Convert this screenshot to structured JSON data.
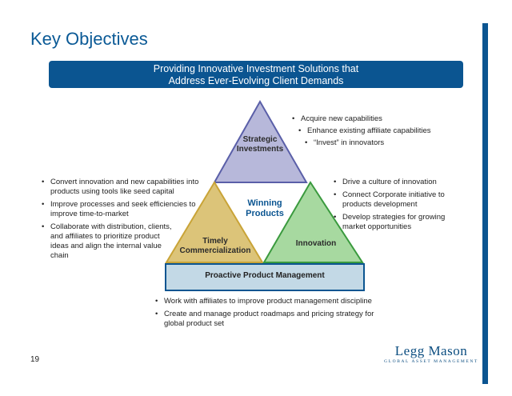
{
  "title": "Key Objectives",
  "banner": {
    "line1": "Providing Innovative Investment Solutions that",
    "line2": "Address Ever-Evolving Client Demands"
  },
  "diagram": {
    "top": {
      "line1": "Strategic",
      "line2": "Investments",
      "color": "#b7b8da"
    },
    "left": {
      "line1": "Timely",
      "line2": "Commercialization",
      "color": "#dcc479"
    },
    "right": {
      "label": "Innovation",
      "color": "#a7d9a0"
    },
    "center": {
      "line1": "Winning",
      "line2": "Products"
    },
    "base": {
      "label": "Proactive Product Management",
      "color": "#c3d9e6"
    }
  },
  "bullets": {
    "top_right": [
      "Acquire new capabilities",
      "Enhance existing affiliate capabilities",
      "“Invest” in innovators"
    ],
    "left": [
      "Convert innovation and new capabilities into products using tools like seed capital",
      "Improve processes and seek efficiencies to improve time-to-market",
      "Collaborate with distribution, clients, and affiliates to prioritize product ideas and align the internal value chain"
    ],
    "right": [
      "Drive a culture of innovation",
      "Connect Corporate initiative to products development",
      "Develop strategies for growing market opportunities"
    ],
    "bottom": [
      "Work with affiliates to improve product management discipline",
      "Create and manage product roadmaps and pricing strategy for global product set"
    ]
  },
  "page_number": "19",
  "logo": {
    "main": "Legg Mason",
    "sub": "GLOBAL ASSET MANAGEMENT"
  },
  "colors": {
    "brand_blue": "#0b5591",
    "title_blue": "#0b5a96"
  }
}
